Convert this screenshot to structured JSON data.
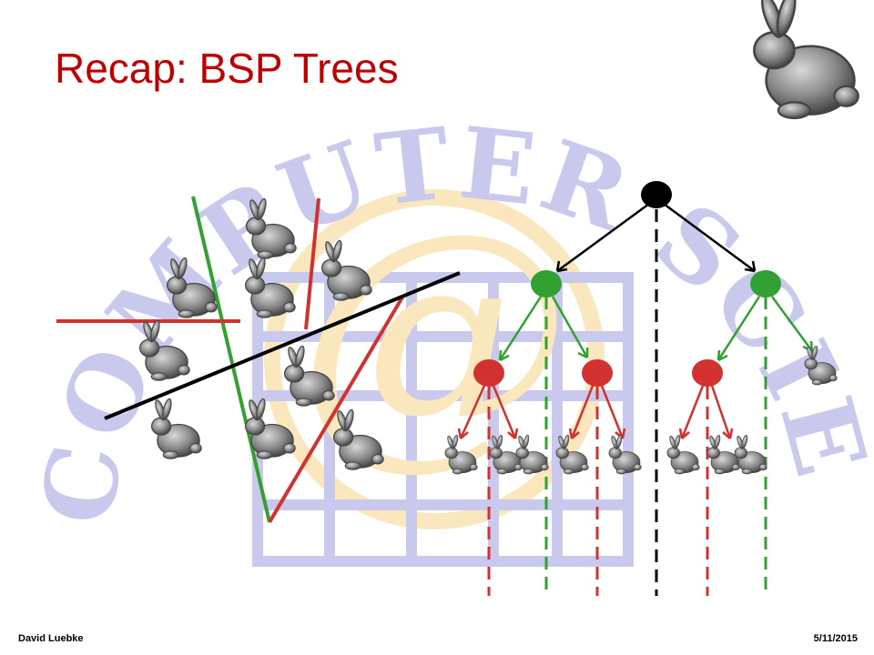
{
  "slide": {
    "title": "Recap: BSP Trees",
    "author": "David Luebke",
    "date": "5/11/2015"
  },
  "watermark": {
    "text": "COMPUTER SCIENCE",
    "glyph": "@",
    "ink_color": "#c9c9ee",
    "glyph_color": "#fbe7bd"
  },
  "colors": {
    "title": "#c00000",
    "root": "#000000",
    "split_green": "#33a033",
    "split_red": "#d33030",
    "bunny": "#808080"
  },
  "icons": {
    "large_bunny": "bunny-icon",
    "scene_object": "bunny-icon"
  },
  "tree": {
    "root_color": "black",
    "levels": [
      "root",
      "green-split",
      "red-split",
      "leaf-objects"
    ]
  }
}
